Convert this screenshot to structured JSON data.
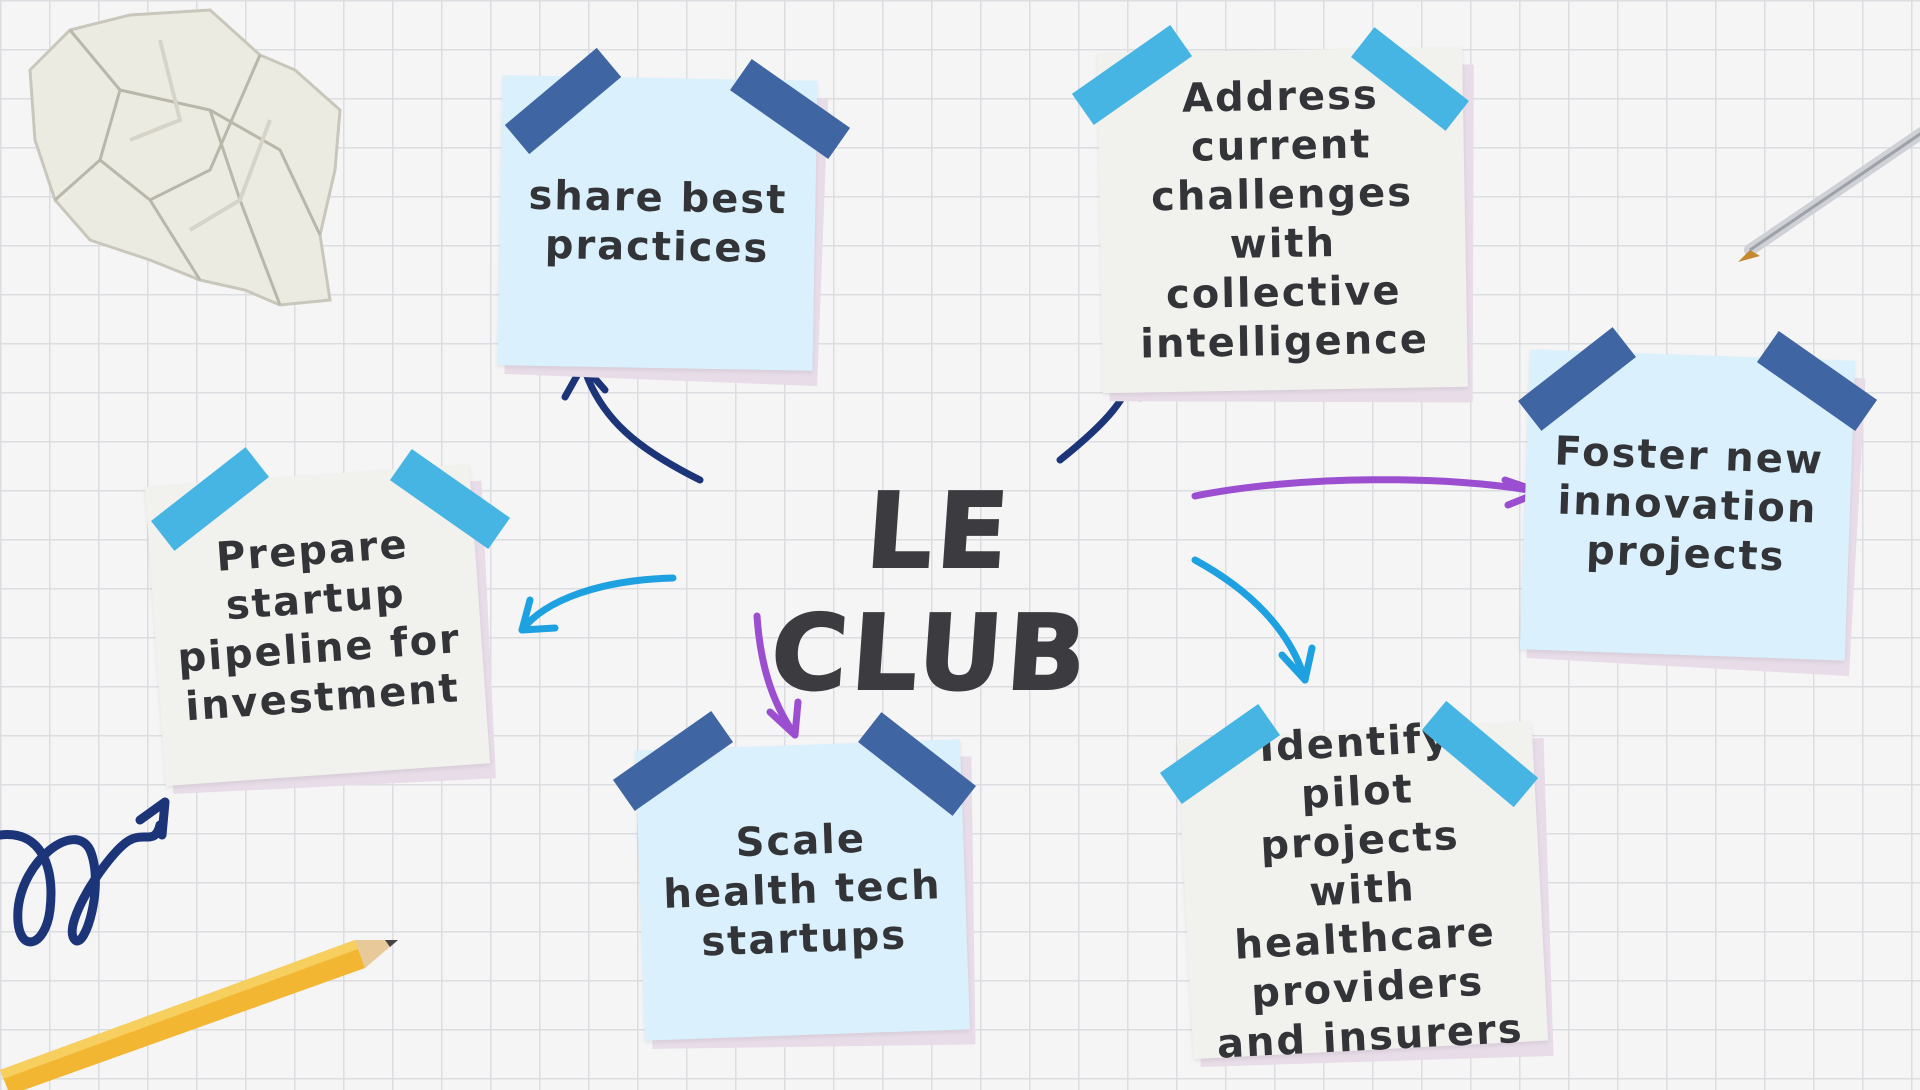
{
  "title": "LE CLUB",
  "notes": {
    "share": "share best practices",
    "address": "Address current challenges with collective intelligence",
    "foster": "Foster new innovation projects",
    "prepare": "Prepare startup pipeline for investment",
    "scale": "Scale health tech startups",
    "identify": "Identify pilot projects with healthcare providers and insurers"
  },
  "colors": {
    "note_blue": "#daf0fc",
    "note_grey": "#f1f1ee",
    "tape_dark": "#3f65a3",
    "tape_light": "#46b5e4",
    "arrow_navy": "#1c3478",
    "arrow_purple": "#9b4fd0",
    "arrow_blue": "#1ea1e0"
  }
}
